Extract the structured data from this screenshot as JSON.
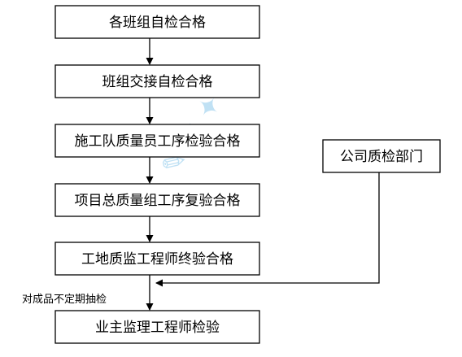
{
  "nodes": {
    "team_self_check": "各班组自检合格",
    "handover_self_check": "班组交接自检合格",
    "crew_process_check": "施工队质量员工序检验合格",
    "project_recheck": "项目总质量组工序复验合格",
    "site_supervisor_final": "工地质监工程师终验合格",
    "owner_supervisor_check": "业主监理工程师检验",
    "company_qc_dept": "公司质检部门"
  },
  "edge_labels": {
    "random_product_check": "对成品不定期抽检"
  },
  "colors": {
    "box_stroke": "#000000",
    "watermark": "#8ec9ec"
  }
}
